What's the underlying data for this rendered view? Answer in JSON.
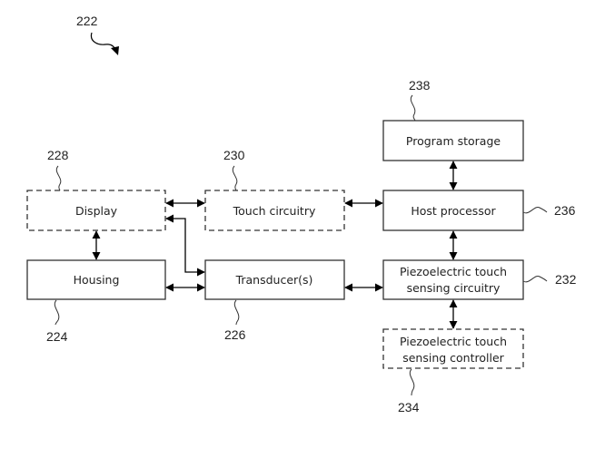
{
  "figure": {
    "ref": "222"
  },
  "blocks": {
    "display": {
      "label": "Display",
      "ref": "228",
      "style": "dashed"
    },
    "touch_circuitry": {
      "label": "Touch circuitry",
      "ref": "230",
      "style": "dashed"
    },
    "host_processor": {
      "label": "Host processor",
      "ref": "236",
      "style": "solid"
    },
    "program_storage": {
      "label": "Program storage",
      "ref": "238",
      "style": "solid"
    },
    "housing": {
      "label": "Housing",
      "ref": "224",
      "style": "solid"
    },
    "transducers": {
      "label": "Transducer(s)",
      "ref": "226",
      "style": "solid"
    },
    "piezo_circuitry": {
      "label_line1": "Piezoelectric touch",
      "label_line2": "sensing circuitry",
      "ref": "232",
      "style": "solid"
    },
    "piezo_controller": {
      "label_line1": "Piezoelectric touch",
      "label_line2": "sensing controller",
      "ref": "234",
      "style": "dashed"
    }
  },
  "connections": [
    {
      "from": "display",
      "to": "touch_circuitry",
      "type": "bidirectional"
    },
    {
      "from": "touch_circuitry",
      "to": "host_processor",
      "type": "bidirectional"
    },
    {
      "from": "program_storage",
      "to": "host_processor",
      "type": "bidirectional"
    },
    {
      "from": "display",
      "to": "housing",
      "type": "bidirectional"
    },
    {
      "from": "display",
      "to": "transducers",
      "type": "bidirectional"
    },
    {
      "from": "housing",
      "to": "transducers",
      "type": "bidirectional"
    },
    {
      "from": "transducers",
      "to": "piezo_circuitry",
      "type": "bidirectional"
    },
    {
      "from": "host_processor",
      "to": "piezo_circuitry",
      "type": "bidirectional"
    },
    {
      "from": "piezo_circuitry",
      "to": "piezo_controller",
      "type": "bidirectional"
    }
  ]
}
